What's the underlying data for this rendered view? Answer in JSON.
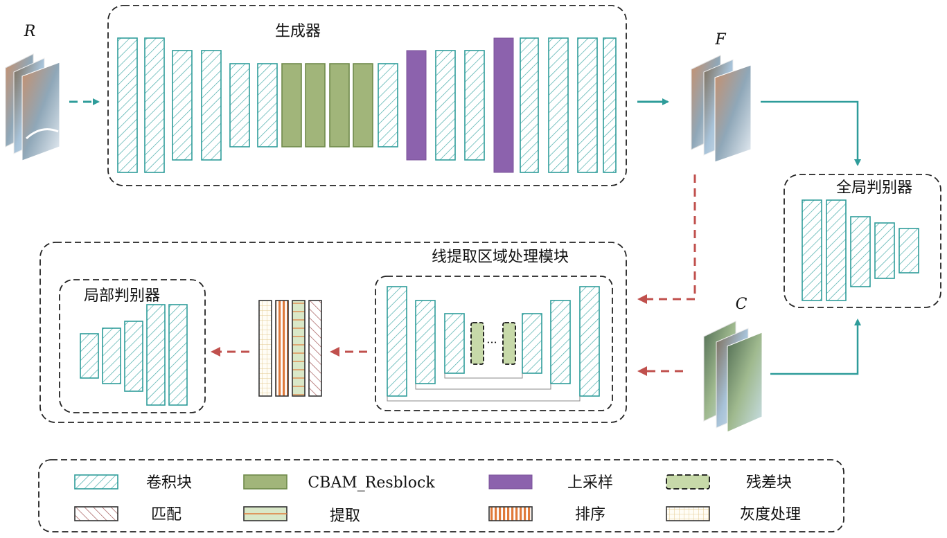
{
  "inputs": {
    "r_label": "R",
    "f_label": "F",
    "c_label": "C"
  },
  "titles": {
    "generator": "生成器",
    "global_disc": "全局判别器",
    "line_module": "线提取区域处理模块",
    "local_disc": "局部判别器"
  },
  "ellipsis": "···",
  "legend": {
    "conv": "卷积块",
    "cbam": "CBAM_Resblock",
    "upsample": "上采样",
    "residual": "残差块",
    "match": "匹配",
    "extract": "提取",
    "sort": "排序",
    "gray": "灰度处理"
  },
  "colors": {
    "teal": "#2e9c9a",
    "green_fill": "#a1b57a",
    "purple": "#8c62ad",
    "red_arrow": "#c0504d",
    "residual_fill": "#c7d9a9",
    "sort_orange": "#e07a3a",
    "gray_grid": "#e3c98f"
  }
}
